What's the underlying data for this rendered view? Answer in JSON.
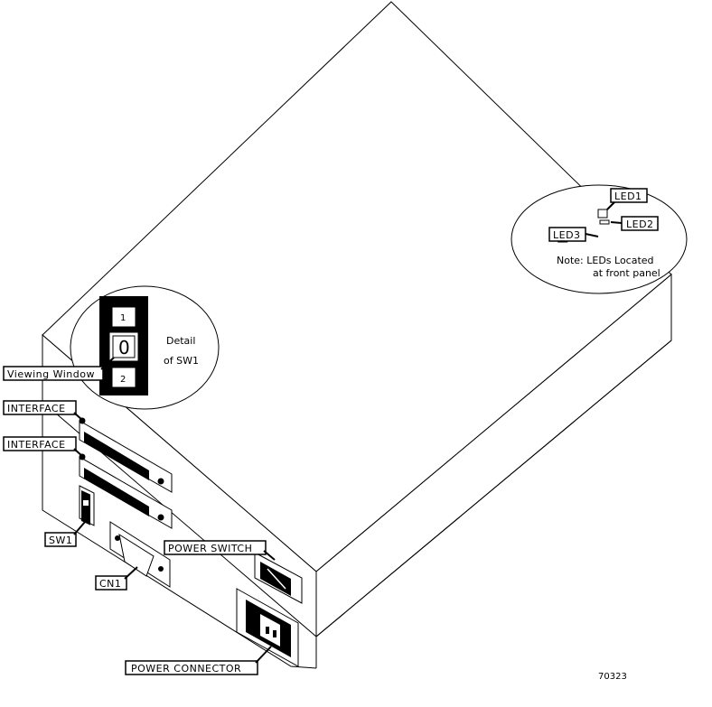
{
  "labels": {
    "led1": "LED1",
    "led2": "LED2",
    "led3": "LED3",
    "note_line1": "Note: LEDs Located",
    "note_line2": "at front panel",
    "viewing_window": "Viewing Window",
    "detail_line1": "Detail",
    "detail_line2": "of SW1",
    "sw1_pos1": "1",
    "sw1_pos0": "0",
    "sw1_pos2": "2",
    "interface_top": "INTERFACE",
    "interface_bottom": "INTERFACE",
    "sw1": "SW1",
    "cn1": "CN1",
    "power_switch": "POWER SWITCH",
    "power_connector": "POWER CONNECTOR",
    "figure_number": "70323"
  },
  "colors": {
    "line": "#000000",
    "background": "#ffffff"
  }
}
